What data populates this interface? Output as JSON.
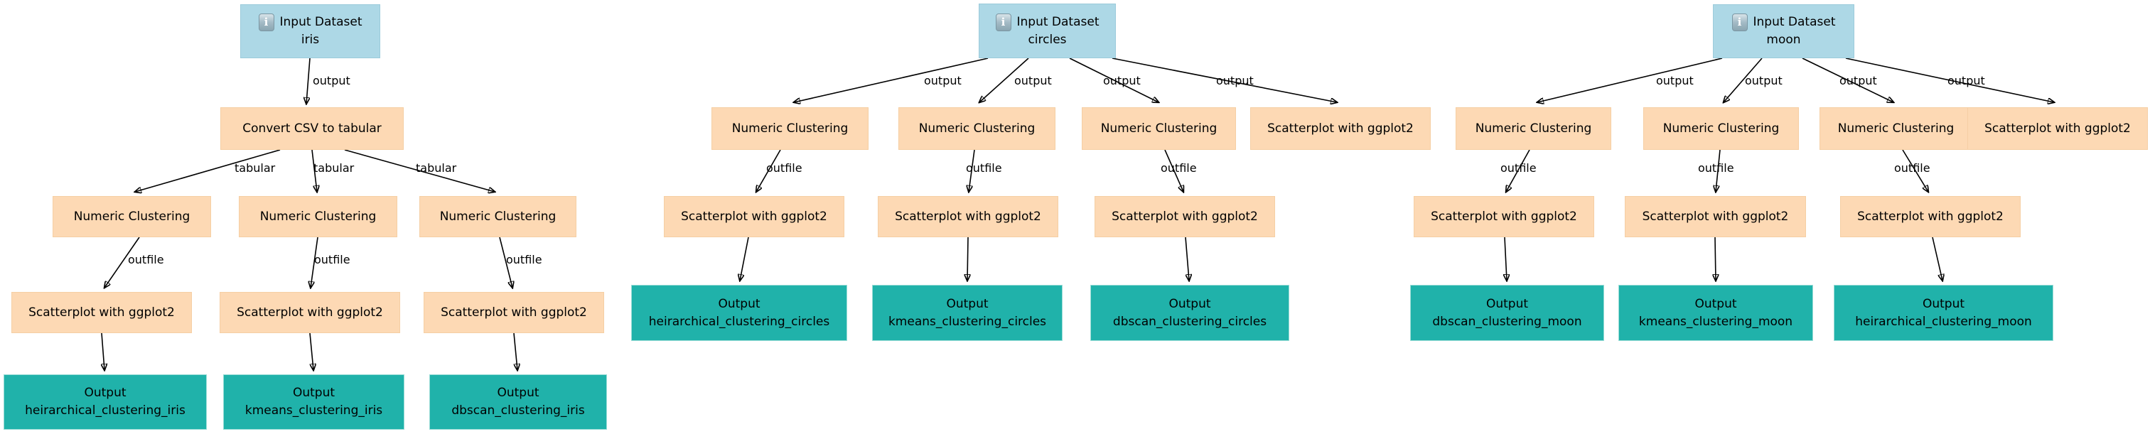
{
  "labels": {
    "input_dataset": "Input Dataset",
    "convert_csv": "Convert CSV to tabular",
    "numeric_clustering": "Numeric Clustering",
    "scatterplot": "Scatterplot with ggplot2",
    "output": "Output"
  },
  "datasets": {
    "iris": "iris",
    "circles": "circles",
    "moon": "moon"
  },
  "edge_labels": {
    "output": "output",
    "tabular": "tabular",
    "outfile": "outfile"
  },
  "outputs": {
    "iris": [
      "heirarchical_clustering_iris",
      "kmeans_clustering_iris",
      "dbscan_clustering_iris"
    ],
    "circles": [
      "heirarchical_clustering_circles",
      "kmeans_clustering_circles",
      "dbscan_clustering_circles"
    ],
    "moon": [
      "dbscan_clustering_moon",
      "kmeans_clustering_moon",
      "heirarchical_clustering_moon"
    ]
  },
  "icons": {
    "input_info": "info-icon"
  },
  "colors": {
    "input_fill": "#add8e6",
    "tool_fill": "#fdd9b4",
    "output_fill": "#20b2aa",
    "edge": "#000000"
  }
}
